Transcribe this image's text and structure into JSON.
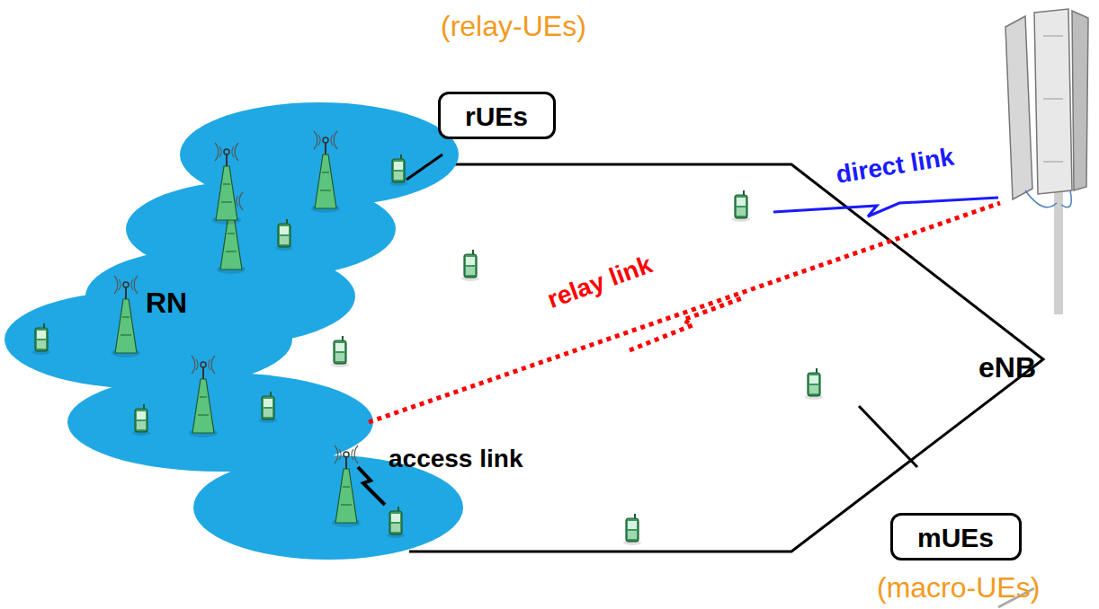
{
  "diagram": {
    "nodes": [
      {
        "text": [
          "rUEs"
        ]
      },
      {
        "text": [
          "mUEs"
        ]
      }
    ],
    "labels": [
      "(relay-UEs)",
      "direct link",
      "relay link",
      "RN",
      "eNB",
      "access link",
      "(macro-UEs)"
    ]
  }
}
